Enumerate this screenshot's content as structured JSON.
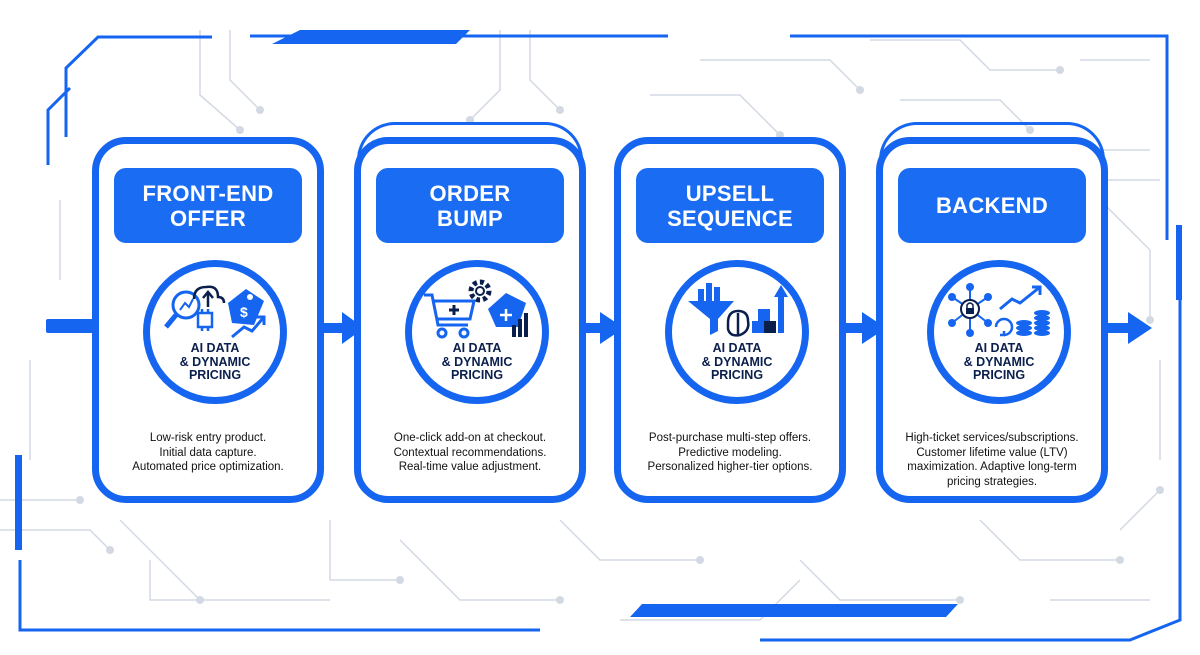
{
  "colors": {
    "primary": "#1565f0",
    "title_bg": "#1a6cf3",
    "circuit": "#d3d9e3",
    "text_dark": "#0b1f4d"
  },
  "stages": [
    {
      "title": [
        "FRONT-END",
        "OFFER"
      ],
      "badge": [
        "AI DATA",
        "& DYNAMIC",
        "PRICING"
      ],
      "icons": [
        "search-analytics-icon",
        "cloud-upload-icon",
        "ai-chip-icon",
        "price-tag-icon",
        "trend-up-icon"
      ],
      "description": [
        "Low-risk entry product.",
        "Initial data capture.",
        "Automated price optimization."
      ]
    },
    {
      "title": [
        "ORDER",
        "BUMP"
      ],
      "badge": [
        "AI DATA",
        "& DYNAMIC",
        "PRICING"
      ],
      "icons": [
        "shopping-cart-icon",
        "gear-icon",
        "price-tag-icon",
        "bar-chart-icon"
      ],
      "description": [
        "One-click add-on at checkout.",
        "Contextual recommendations.",
        "Real-time value adjustment."
      ]
    },
    {
      "title": [
        "UPSELL",
        "SEQUENCE"
      ],
      "badge": [
        "AI DATA",
        "& DYNAMIC",
        "PRICING"
      ],
      "icons": [
        "bar-chart-icon",
        "funnel-icon",
        "brain-icon",
        "boxes-icon",
        "arrow-up-icon"
      ],
      "description": [
        "Post-purchase multi-step offers.",
        "Predictive modeling.",
        "Personalized higher-tier options."
      ]
    },
    {
      "title": [
        "BACKEND"
      ],
      "badge": [
        "AI DATA",
        "& DYNAMIC",
        "PRICING"
      ],
      "icons": [
        "network-lock-icon",
        "trend-up-icon",
        "refresh-icon",
        "coin-stack-icon"
      ],
      "description": [
        "High-ticket services/subscriptions.",
        "Customer lifetime value (LTV)",
        "maximization. Adaptive long-term",
        "pricing strategies."
      ]
    }
  ]
}
